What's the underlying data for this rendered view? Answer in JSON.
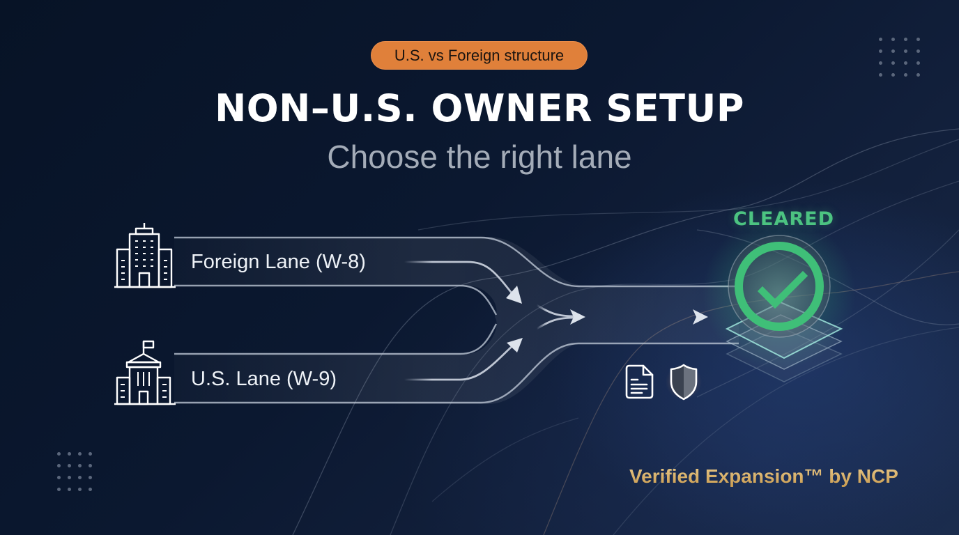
{
  "badge": {
    "label": "U.S. vs Foreign structure",
    "color": "#e0803a"
  },
  "header": {
    "title": "NON–U.S. OWNER SETUP",
    "subtitle": "Choose the right lane"
  },
  "lanes": [
    {
      "id": "foreign",
      "label": "Foreign Lane (W-8)",
      "icon": "office-building-icon"
    },
    {
      "id": "us",
      "label": "U.S. Lane (W-9)",
      "icon": "government-building-icon"
    }
  ],
  "flow": {
    "merge_arrows": [
      "arrow-down-right",
      "arrow-up-right",
      "arrow-right",
      "arrow-right"
    ],
    "side_icons": [
      "document-icon",
      "shield-icon"
    ]
  },
  "status": {
    "label": "CLEARED",
    "icon": "check-circle-icon",
    "color": "#4cc381"
  },
  "footer": {
    "brand": "Verified Expansion™ by NCP",
    "color": "#d8b069"
  },
  "colors": {
    "background_dark": "#071326",
    "background_light": "#1a2a48",
    "subtitle": "#a4acb8"
  }
}
